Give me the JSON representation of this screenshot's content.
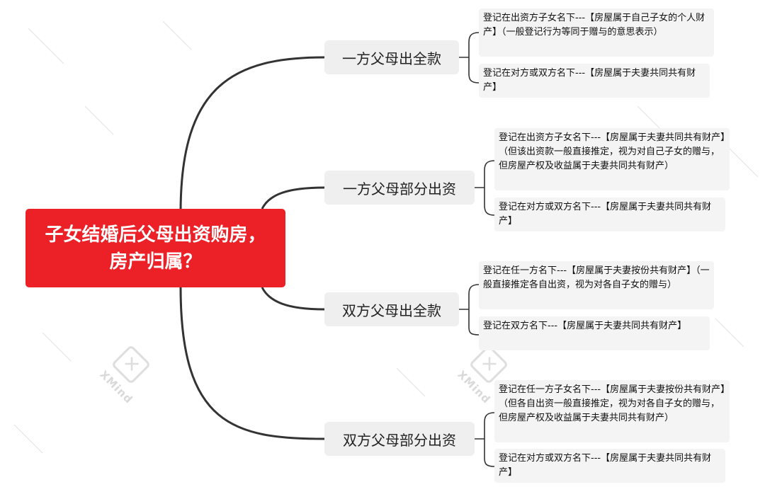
{
  "root": {
    "label": "子女结婚后父母出资购房，房产归属？"
  },
  "branches": [
    {
      "label": "一方父母出全款",
      "leaves": [
        "登记在出资方子女名下---【房屋属于自己子女的个人财产】（一般登记行为等同于赠与的意思表示）",
        "登记在对方或双方名下---【房屋属于夫妻共同共有财产】"
      ]
    },
    {
      "label": "一方父母部分出资",
      "leaves": [
        "登记在出资方子女名下---【房屋属于夫妻共同共有财产】（但该出资款一般直接推定，视为对自己子女的赠与，但房屋产权及收益属于夫妻共同共有财产）",
        "登记在对方或双方名下---【房屋属于夫妻共同共有财产】"
      ]
    },
    {
      "label": "双方父母出全款",
      "leaves": [
        "登记在任一方名下---【房屋属于夫妻按份共有财产】（一般直接推定各自出资，视为对各自子女的赠与）",
        "登记在双方名下---【房屋属于夫妻共同共有财产】"
      ]
    },
    {
      "label": "双方父母部分出资",
      "leaves": [
        "登记在任一方子女名下---【房屋属于夫妻按份共有财产】（但各自出资一般直接推定，视为对各自子女的赠与，但房屋产权及收益属于夫妻共同共有财产）",
        "登记在对方或双方名下---【房屋属于夫妻共同共有财产】"
      ]
    }
  ],
  "watermark": {
    "text": "XMind"
  },
  "colors": {
    "root_bg": "#ec2128",
    "branch_bg": "#efefef",
    "leaf_bg": "#f4f4f4",
    "line": "#333333"
  }
}
